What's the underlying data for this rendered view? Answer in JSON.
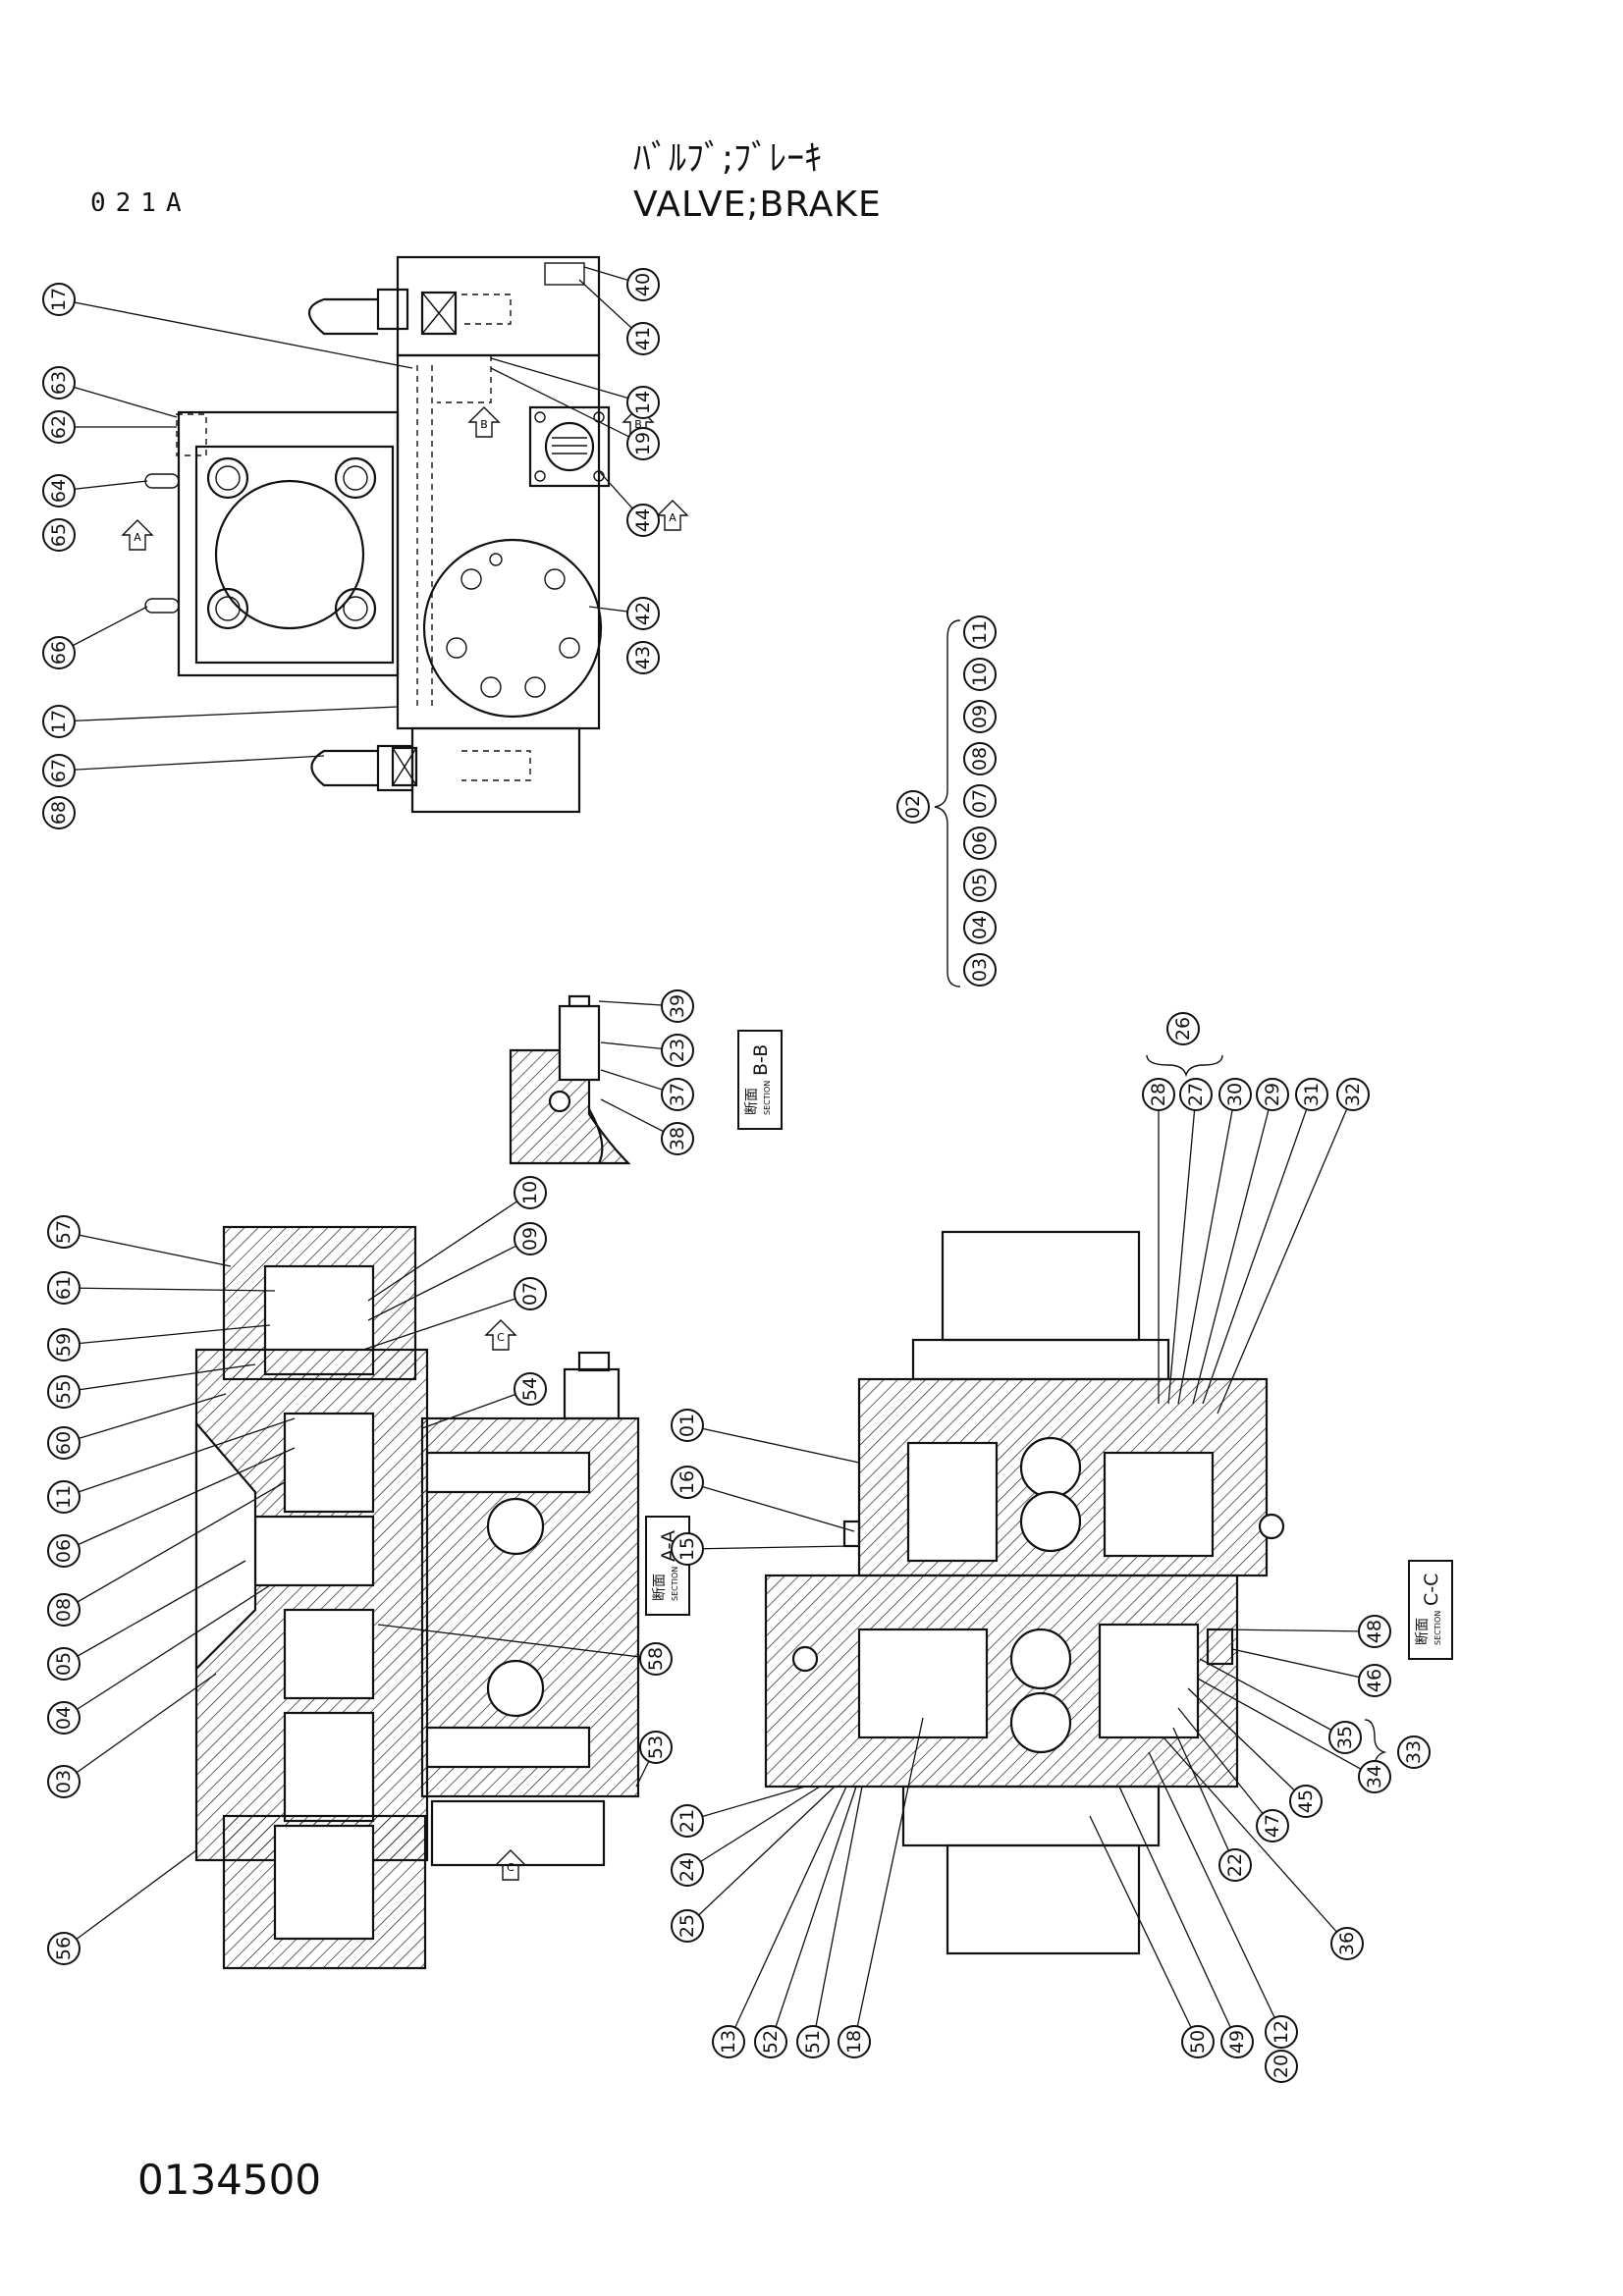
{
  "header": {
    "page_code": "021A",
    "title_jp": "ﾊﾞﾙﾌﾞ;ﾌﾞﾚｰｷ",
    "title_en": "VALVE;BRAKE"
  },
  "footer": {
    "drawing_number": "0134500"
  },
  "sections": [
    {
      "id": "sec-bb",
      "jp": "断面",
      "en": "SECTION",
      "name": "B-B"
    },
    {
      "id": "sec-aa",
      "jp": "断面",
      "en": "SECTION",
      "name": "A-A"
    },
    {
      "id": "sec-cc",
      "jp": "断面",
      "en": "SECTION",
      "name": "C-C"
    }
  ],
  "view_arrows": [
    "A",
    "A",
    "B",
    "B",
    "C",
    "C"
  ],
  "group_label": "02",
  "group_members": [
    "03",
    "04",
    "05",
    "06",
    "07",
    "08",
    "09",
    "10",
    "11"
  ],
  "group_26": {
    "label": "26",
    "members": [
      "28",
      "27"
    ]
  },
  "group_33": {
    "label": "33",
    "members": [
      "35",
      "34"
    ]
  },
  "callouts": [
    "17",
    "63",
    "62",
    "64",
    "65",
    "66",
    "17",
    "68",
    "67",
    "40",
    "41",
    "14",
    "19",
    "44",
    "42",
    "43",
    "39",
    "23",
    "37",
    "38",
    "57",
    "61",
    "59",
    "55",
    "60",
    "11",
    "06",
    "08",
    "05",
    "04",
    "03",
    "56",
    "10",
    "09",
    "07",
    "54",
    "58",
    "53",
    "01",
    "16",
    "15",
    "21",
    "24",
    "25",
    "13",
    "52",
    "51",
    "18",
    "28",
    "27",
    "30",
    "29",
    "31",
    "32",
    "46",
    "48",
    "35",
    "34",
    "45",
    "47",
    "22",
    "36",
    "12",
    "20",
    "49",
    "50"
  ]
}
